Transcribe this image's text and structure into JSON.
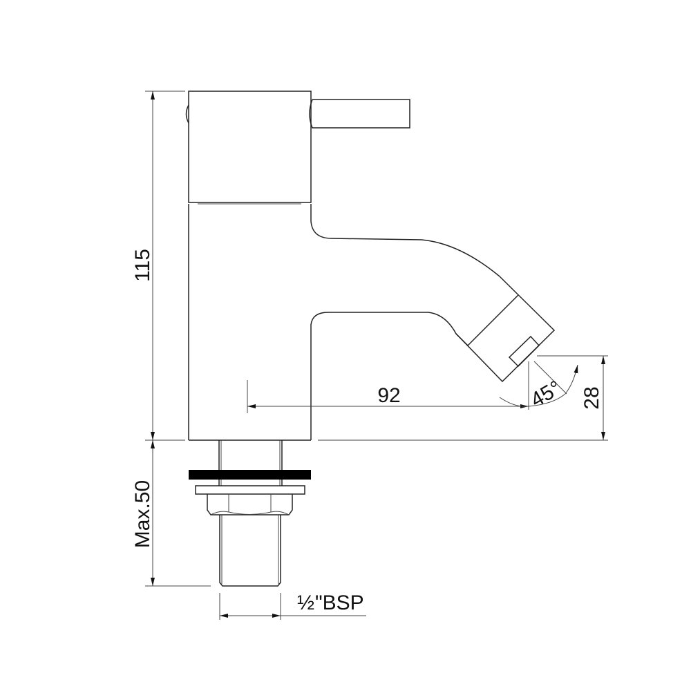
{
  "drawing": {
    "title": "Basin pillar tap side elevation",
    "dimensions": {
      "height": "115",
      "spout_reach": "92",
      "outlet_height": "28",
      "spout_angle": "45°",
      "max_deck": "Max.50",
      "connection_fraction": "½",
      "connection": "\"BSP"
    }
  },
  "colors": {
    "line": "#222222",
    "background": "#ffffff",
    "washer": "#000000"
  }
}
